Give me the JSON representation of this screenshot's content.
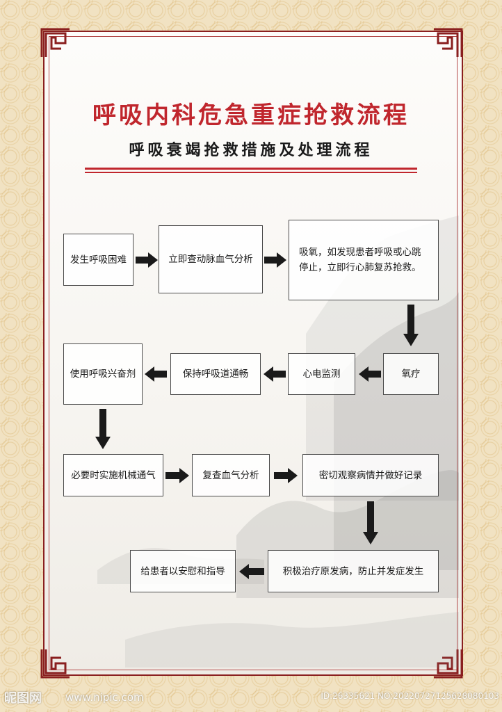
{
  "header": {
    "title": "呼吸内科危急重症抢救流程",
    "subtitle": "呼吸衰竭抢救措施及处理流程"
  },
  "flow": {
    "step1": "发生呼吸困难",
    "step2": "立即查动脉血气分析",
    "step3_line1": "吸氧，如发现患者呼吸或心跳",
    "step3_line2": "停止，立即行心肺复苏抢救。",
    "step4": "氧疗",
    "step5": "心电监测",
    "step6": "保持呼吸道通畅",
    "step7": "使用呼吸兴奋剂",
    "step8": "必要时实施机械通气",
    "step9": "复查血气分析",
    "step10": "密切观察病情并做好记录",
    "step11": "积极治疗原发病，防止并发症发生",
    "step12": "给患者以安慰和指导"
  },
  "watermark": {
    "logo": "昵图网",
    "url": "www.nipic.com",
    "id": "ID:26335621 NO:20220727125628080103"
  },
  "colors": {
    "frame": "#8a1f1f",
    "title": "#c0262d",
    "arrow": "#1a1a1a"
  }
}
